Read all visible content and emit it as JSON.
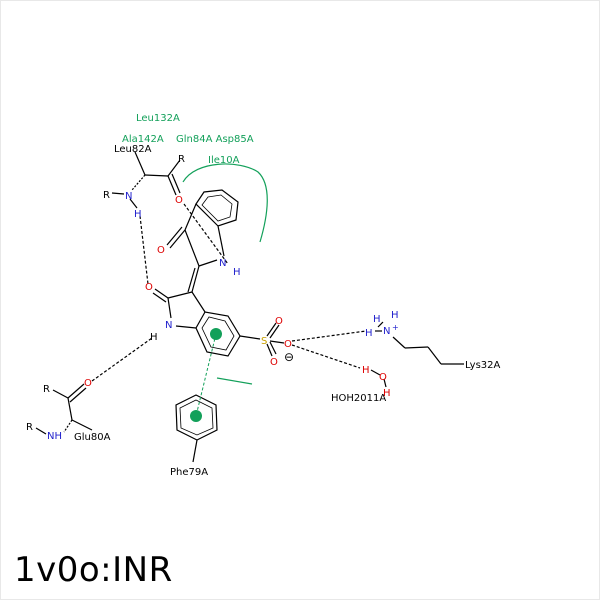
{
  "title": "1v0o:INR",
  "residues": {
    "leu132": "Leu132A",
    "ala142": "Ala142A",
    "gln84_asp85": "Gln84A Asp85A",
    "ile10": "Ile10A",
    "leu82": "Leu82A",
    "glu80": "Glu80A",
    "phe79": "Phe79A",
    "lys32": "Lys32A",
    "water": "HOH2011A"
  },
  "atoms": {
    "R": "R",
    "N": "N",
    "NH": "NH",
    "H": "H",
    "O": "O",
    "S": "S",
    "minus": "⊖",
    "plus": "+"
  },
  "colors": {
    "hydrophobic_label": "#13a05a",
    "nitrogen": "#1f1fcc",
    "oxygen": "#dd0000",
    "sulfur": "#c8a000",
    "carbon": "#000000",
    "pi_center": "#13a05a"
  }
}
